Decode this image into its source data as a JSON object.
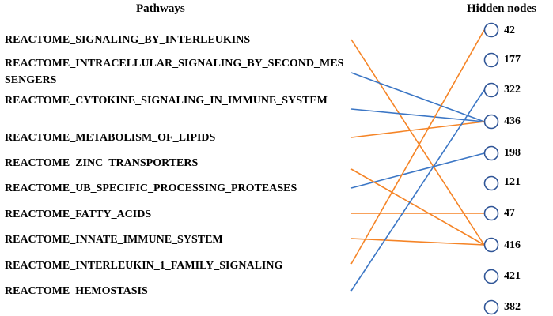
{
  "headers": {
    "pathways": "Pathways",
    "hidden_nodes": "Hidden nodes"
  },
  "pathways": [
    "REACTOME_SIGNALING_BY_INTERLEUKINS",
    "REACTOME_INTRACELLULAR_SIGNALING_BY_SECOND_MESSENGERS",
    "REACTOME_CYTOKINE_SIGNALING_IN_IMMUNE_SYSTEM",
    "REACTOME_METABOLISM_OF_LIPIDS",
    "REACTOME_ZINC_TRANSPORTERS",
    "REACTOME_UB_SPECIFIC_PROCESSING_PROTEASES",
    "REACTOME_FATTY_ACIDS",
    "REACTOME_INNATE_IMMUNE_SYSTEM",
    "REACTOME_INTERLEUKIN_1_FAMILY_SIGNALING",
    "REACTOME_HEMOSTASIS"
  ],
  "hidden_nodes": [
    "42",
    "177",
    "322",
    "436",
    "198",
    "121",
    "47",
    "416",
    "421",
    "382"
  ],
  "connections": [
    {
      "pathway": 0,
      "node": 7,
      "color": "orange"
    },
    {
      "pathway": 1,
      "node": 3,
      "color": "blue"
    },
    {
      "pathway": 2,
      "node": 3,
      "color": "blue"
    },
    {
      "pathway": 3,
      "node": 3,
      "color": "orange"
    },
    {
      "pathway": 4,
      "node": 7,
      "color": "orange"
    },
    {
      "pathway": 5,
      "node": 4,
      "color": "blue"
    },
    {
      "pathway": 6,
      "node": 6,
      "color": "orange"
    },
    {
      "pathway": 7,
      "node": 7,
      "color": "orange"
    },
    {
      "pathway": 8,
      "node": 0,
      "color": "orange"
    },
    {
      "pathway": 9,
      "node": 2,
      "color": "blue"
    }
  ],
  "colors": {
    "orange": "#f58426",
    "blue": "#3b76c5",
    "node_outline": "#2f5597"
  }
}
